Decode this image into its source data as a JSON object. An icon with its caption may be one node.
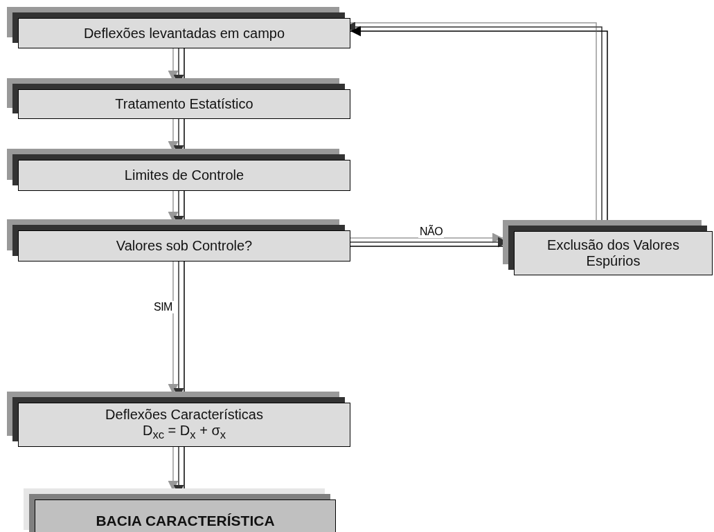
{
  "diagram": {
    "nodes": [
      {
        "text": [
          "Deflexões levantadas em campo"
        ]
      },
      {
        "text": [
          "Tratamento Estatístico"
        ]
      },
      {
        "text": [
          "Limites de Controle"
        ]
      },
      {
        "text": [
          "Valores sob Controle?"
        ]
      },
      {
        "text": [
          "Exclusão dos Valores Espúrios"
        ]
      },
      {
        "text": [
          "Deflexões Características",
          "D$_{xc}$ = D$_{x}$  + σ$_{x}$"
        ]
      },
      {
        "text": [
          "BACIA CARACTERÍSTICA"
        ]
      }
    ],
    "edges": [
      {
        "from": 0,
        "to": 1,
        "arrow": "to"
      },
      {
        "from": 1,
        "to": 2,
        "arrow": "to"
      },
      {
        "from": 2,
        "to": 3,
        "arrow": "to"
      },
      {
        "from": 3,
        "to": 4,
        "arrow": "to",
        "label": "NÃO"
      },
      {
        "from": 3,
        "to": 5,
        "arrow": "to",
        "label": "SIM"
      },
      {
        "from": 5,
        "to": 6,
        "arrow": "to"
      },
      {
        "from": 4,
        "to": 0,
        "arrow": "to"
      }
    ]
  }
}
